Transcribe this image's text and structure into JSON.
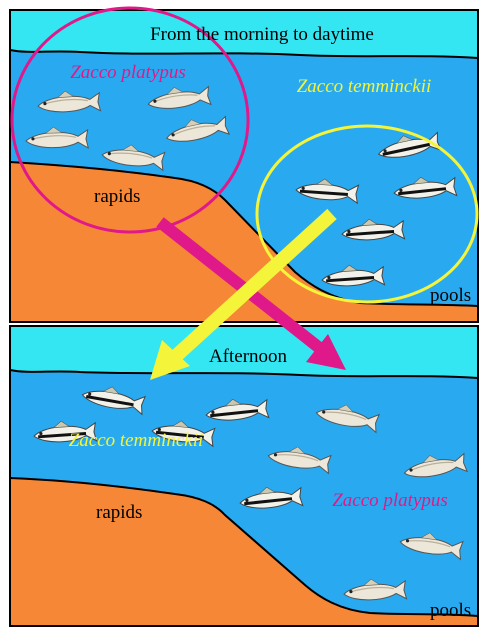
{
  "top_panel": {
    "title": "From the morning to daytime",
    "species_a": "Zacco platypus",
    "species_b": "Zacco temminckii",
    "rapids_label": "rapids",
    "pools_label": "pools"
  },
  "bottom_panel": {
    "title": "Afternoon",
    "species_a": "Zacco platypus",
    "species_b": "Zacco temminckii",
    "rapids_label": "rapids",
    "pools_label": "pools"
  },
  "colors": {
    "sky": "#33e6f2",
    "water": "#29aaf0",
    "bank": "#f58737",
    "platypus": "#e0198a",
    "temminckii": "#f4f43a",
    "outline": "#000000"
  },
  "icons": [
    "fish-icon",
    "arrow-icon"
  ]
}
